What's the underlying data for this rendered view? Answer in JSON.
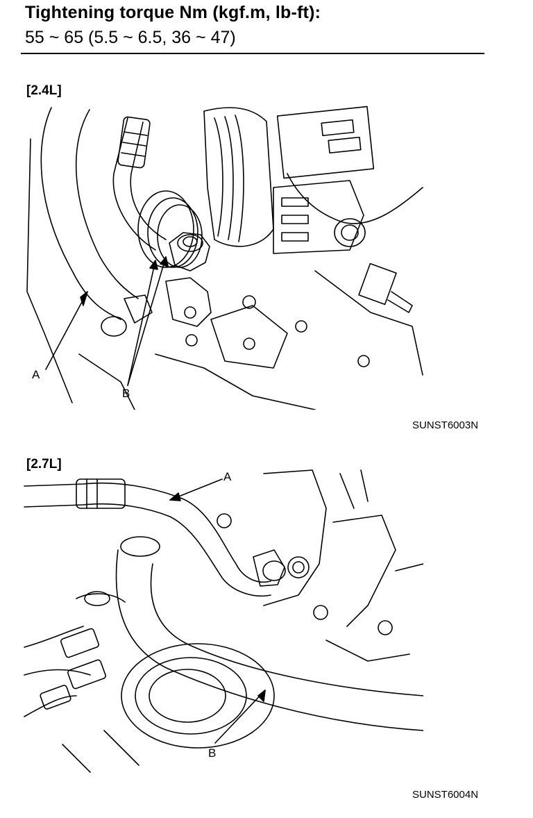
{
  "header": {
    "title": "Tightening torque Nm (kgf.m, lb-ft):",
    "spec": "55 ~ 65 (5.5 ~ 6.5, 36 ~ 47)"
  },
  "figures": [
    {
      "variant": "[2.4L]",
      "code": "SUNST6003N",
      "callouts": [
        "A",
        "B"
      ]
    },
    {
      "variant": "[2.7L]",
      "code": "SUNST6004N",
      "callouts": [
        "A",
        "B"
      ]
    }
  ]
}
